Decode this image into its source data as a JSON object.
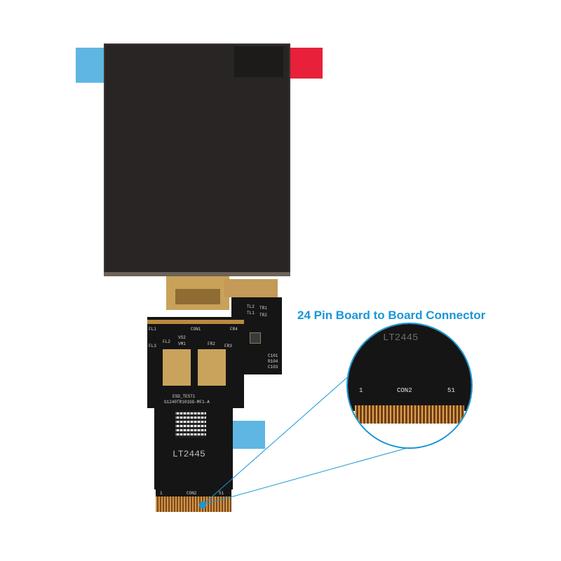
{
  "callout": {
    "title": "24 Pin Board to Board Connector"
  },
  "silkscreen": {
    "fl1": "FL1",
    "con1": "CON1",
    "fr4": "FR4",
    "vs2": "VS2",
    "fl2": "FL2",
    "vm1": "VM1",
    "fr2": "FR2",
    "fr3": "FR3",
    "fl3": "FL3",
    "tl2": "TL2",
    "tr1": "TR1",
    "tl1": "TL1",
    "tr2": "TR2",
    "c101": "C101",
    "r104": "R104",
    "c103": "C103",
    "esd": "ESD_TEST1",
    "part": "G1240TR101GG-MF1-A",
    "lot": "LT2445",
    "pin1": "1",
    "con2": "CON2",
    "pin51": "51"
  },
  "zoom": {
    "lot": "LT2445",
    "pin1": "1",
    "con2": "CON2",
    "pin51": "51"
  },
  "colors": {
    "accent": "#1a96d6",
    "tab_blue": "#5fb6e2",
    "tab_red": "#e8203a"
  }
}
